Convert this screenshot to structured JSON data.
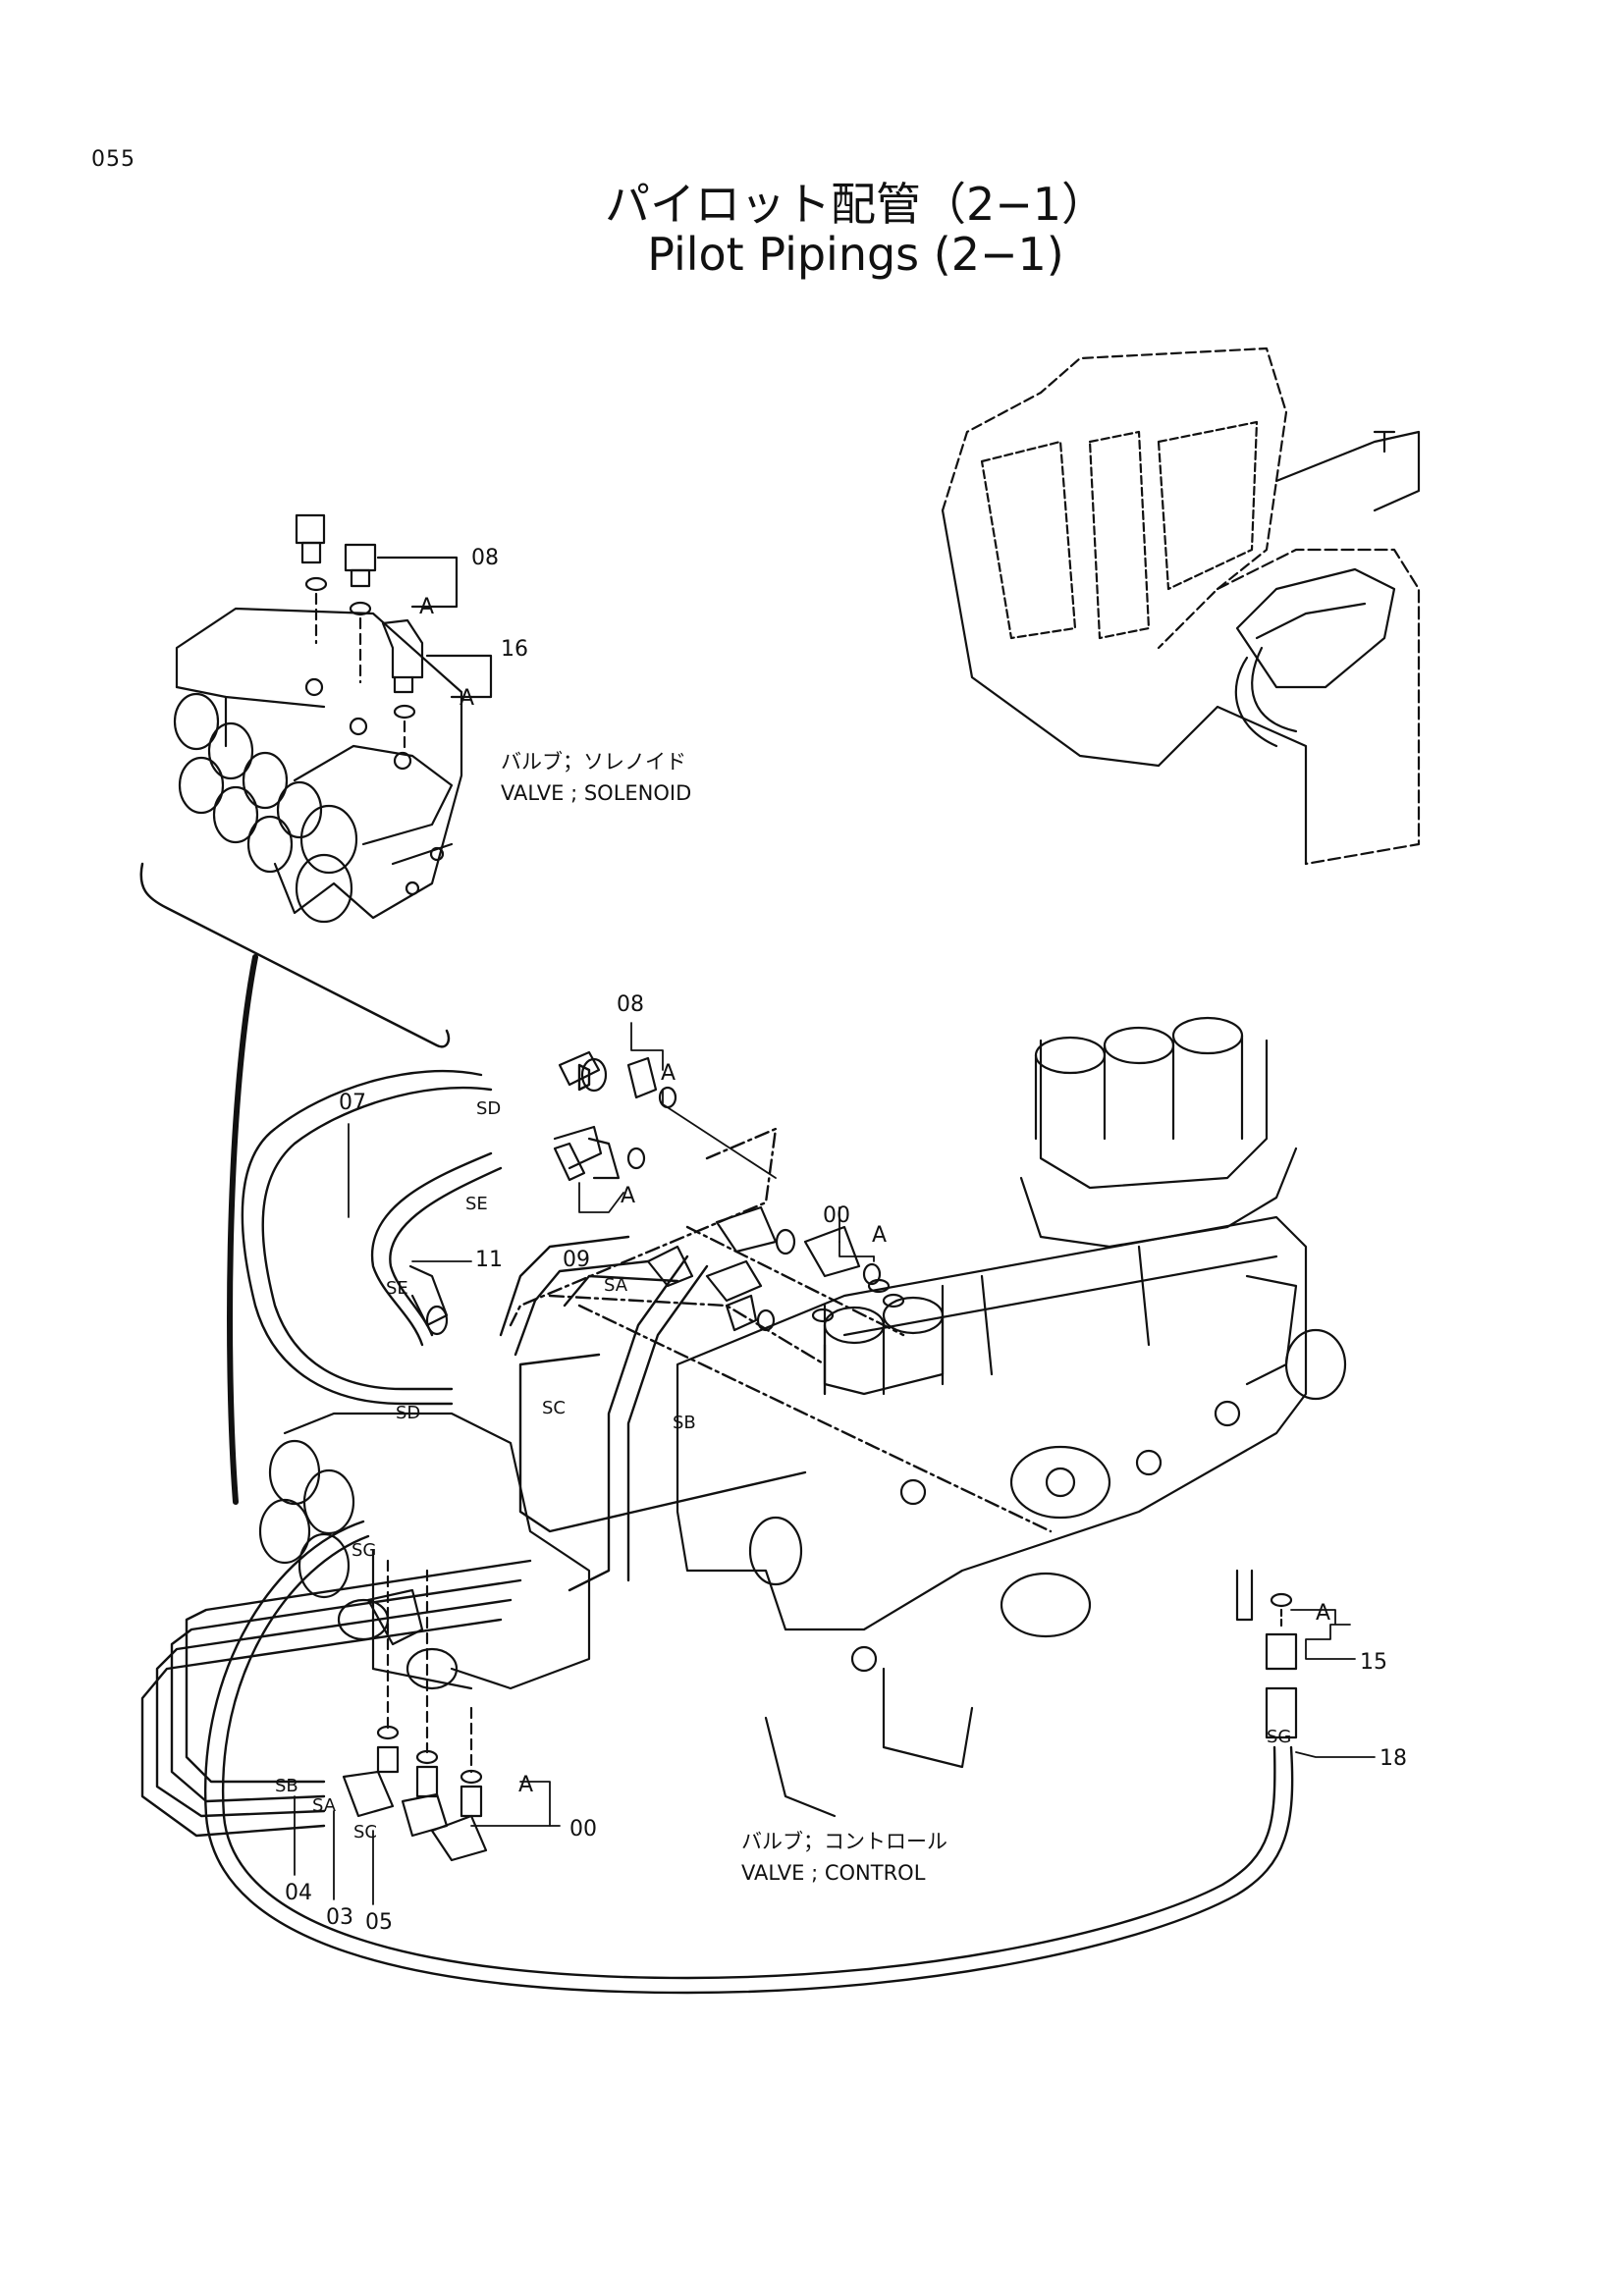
{
  "page_number": "055",
  "title": {
    "japanese": "パイロット配管（2−1）",
    "english": "Pilot Pipings (2−1)"
  },
  "captions": {
    "solenoid_jp": "バルブ；ソレノイド",
    "solenoid_en": "VALVE ; SOLENOID",
    "control_jp": "バルブ；コントロール",
    "control_en": "VALVE ; CONTROL"
  },
  "part_numbers": {
    "p00": "00",
    "p03": "03",
    "p04": "04",
    "p05": "05",
    "p07": "07",
    "p08": "08",
    "p09": "09",
    "p11": "11",
    "p15": "15",
    "p16": "16",
    "p18": "18"
  },
  "ref_marker": "A",
  "hose_tags": {
    "sa": "SA",
    "sb": "SB",
    "sc": "SC",
    "sd": "SD",
    "se": "SE",
    "sg": "SG"
  }
}
